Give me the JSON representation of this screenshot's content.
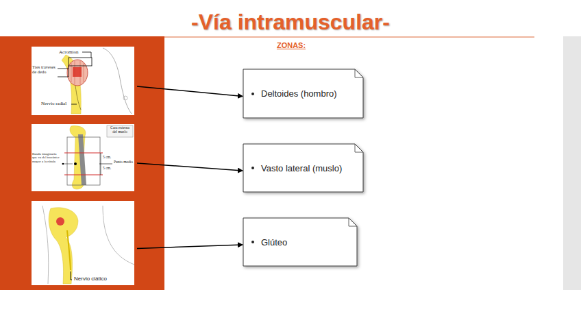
{
  "diagram": {
    "title": "-Vía intramuscular-",
    "nodes": [
      {
        "text": [
          "Acromion",
          "Tres traveses de dedo",
          "Nervio radial"
        ]
      },
      {
        "text": [
          "Deltoides (hombro)"
        ]
      },
      {
        "text": [
          "Cara externa del muslo",
          "Banda imaginaria que va del trocánter mayor a la rótula",
          "5 cm.",
          "5 cm.",
          "Punto medio"
        ]
      },
      {
        "text": [
          "Vasto lateral (muslo)"
        ]
      },
      {
        "text": [
          "Nervio ciático"
        ]
      },
      {
        "text": [
          "Glúteo"
        ]
      }
    ],
    "edges": [
      {
        "from": 0,
        "to": 1,
        "arrow": "to"
      },
      {
        "from": 2,
        "to": 3,
        "arrow": "to"
      },
      {
        "from": 4,
        "to": 5,
        "arrow": "to"
      }
    ],
    "labels": [
      "ZONAS:"
    ]
  }
}
